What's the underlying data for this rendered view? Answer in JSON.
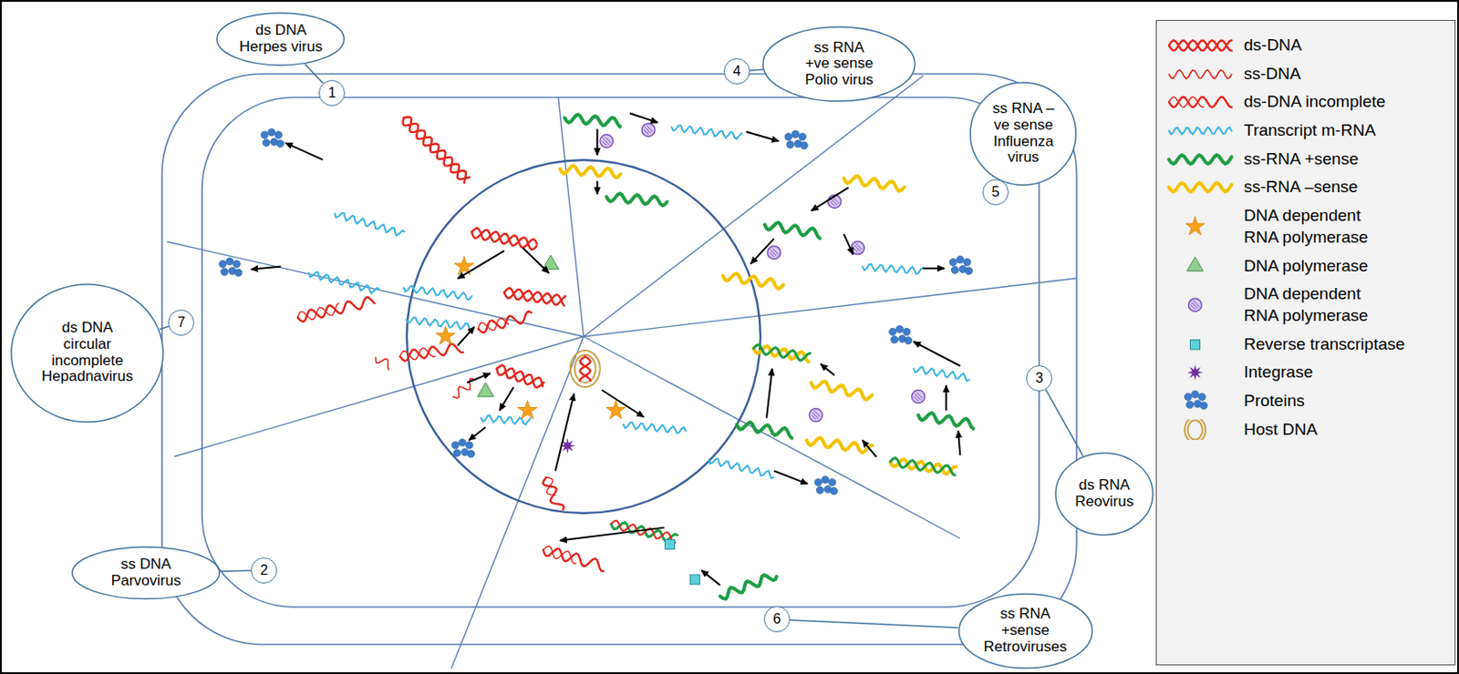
{
  "diagram": {
    "nodes": [
      {
        "text": [
          "ds DNA Herpes virus"
        ]
      },
      {
        "text": [
          "1"
        ]
      },
      {
        "text": [
          "ss DNA Parvovirus"
        ]
      },
      {
        "text": [
          "2"
        ]
      },
      {
        "text": [
          "ds RNA Reovirus"
        ]
      },
      {
        "text": [
          "3"
        ]
      },
      {
        "text": [
          "ss RNA +ve sense Polio virus"
        ]
      },
      {
        "text": [
          "4"
        ]
      },
      {
        "text": [
          "ss RNA –ve sense Influenza virus"
        ]
      },
      {
        "text": [
          "5"
        ]
      },
      {
        "text": [
          "ss RNA +sense Retroviruses"
        ]
      },
      {
        "text": [
          "6"
        ]
      },
      {
        "text": [
          "ds DNA circular incomplete Hepadnavirus"
        ]
      },
      {
        "text": [
          "7"
        ]
      }
    ],
    "edges": [
      {
        "from": 0,
        "to": 1,
        "arrow": "none"
      },
      {
        "from": 2,
        "to": 3,
        "arrow": "none"
      },
      {
        "from": 4,
        "to": 5,
        "arrow": "none"
      },
      {
        "from": 6,
        "to": 7,
        "arrow": "none"
      },
      {
        "from": 8,
        "to": 9,
        "arrow": "none"
      },
      {
        "from": 10,
        "to": 11,
        "arrow": "none"
      },
      {
        "from": 12,
        "to": 13,
        "arrow": "none"
      }
    ],
    "legend": [
      {
        "text": "ds-DNA"
      },
      {
        "text": "ss-DNA"
      },
      {
        "text": "ds-DNA incomplete"
      },
      {
        "text": "Transcript m-RNA"
      },
      {
        "text": "ss-RNA +sense"
      },
      {
        "text": "ss-RNA –sense"
      },
      {
        "text": "DNA dependent RNA polymerase"
      },
      {
        "text": "DNA polymerase"
      },
      {
        "text": "DNA dependent RNA polymerase"
      },
      {
        "text": "Reverse transcriptase"
      },
      {
        "text": "Integrase"
      },
      {
        "text": "Proteins"
      },
      {
        "text": "Host DNA"
      }
    ]
  }
}
